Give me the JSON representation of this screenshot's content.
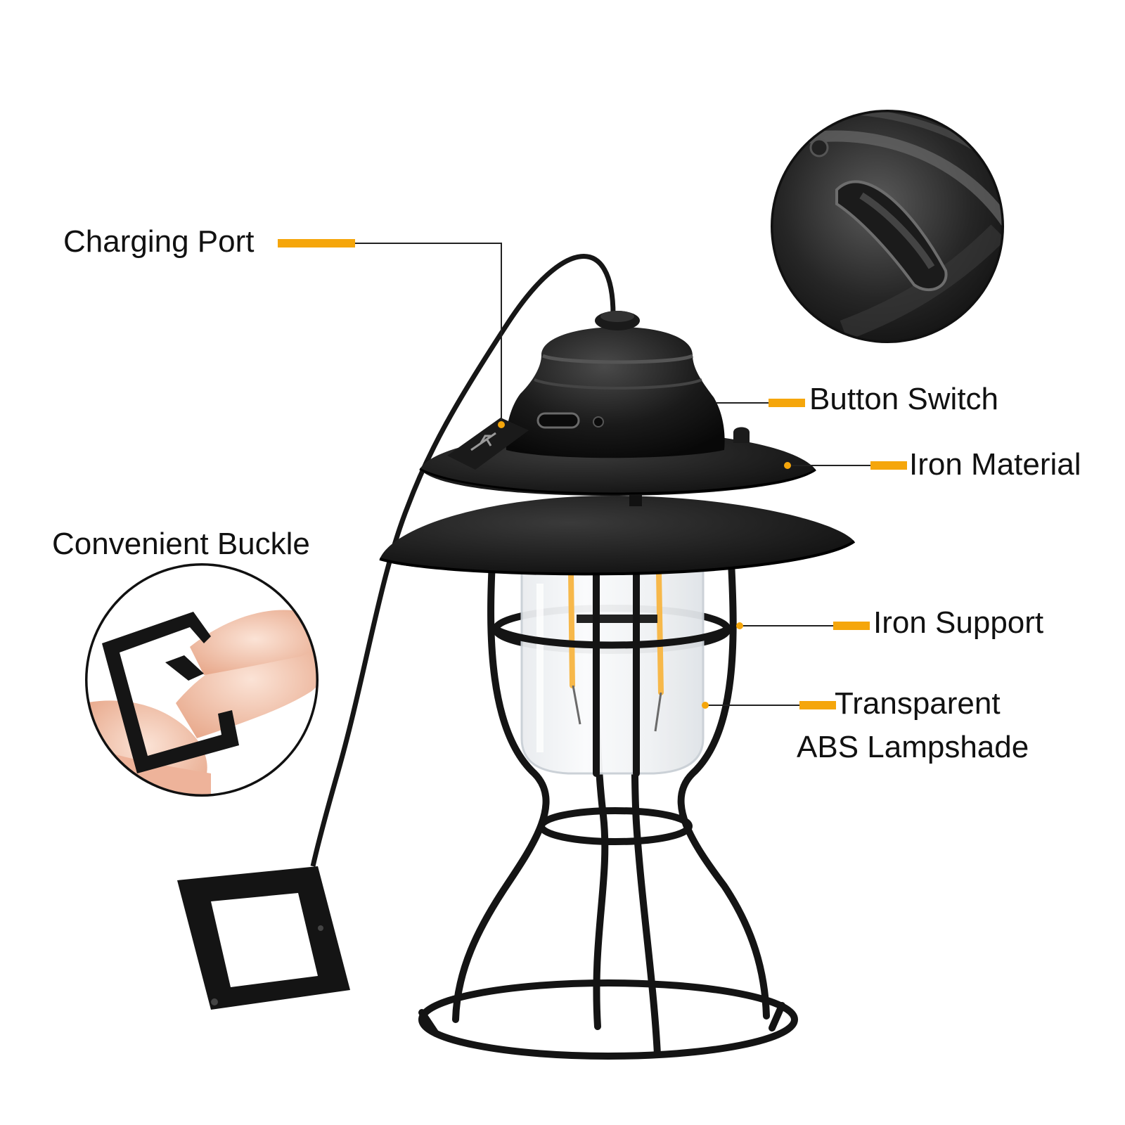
{
  "labels": {
    "charging_port": "Charging Port",
    "button_switch": "Button Switch",
    "iron_material": "Iron Material",
    "convenient_buckle": "Convenient Buckle",
    "iron_support": "Iron Support",
    "lampshade_line1": "Transparent",
    "lampshade_line2": "ABS Lampshade"
  },
  "colors": {
    "accent": "#f5a60b",
    "lamp_body": "#151515",
    "leader_line": "#222222",
    "skin": "#f3c9b4",
    "filament": "#f7b84a"
  },
  "icons": {
    "usb": "usb-icon",
    "buckle": "buckle-icon"
  }
}
